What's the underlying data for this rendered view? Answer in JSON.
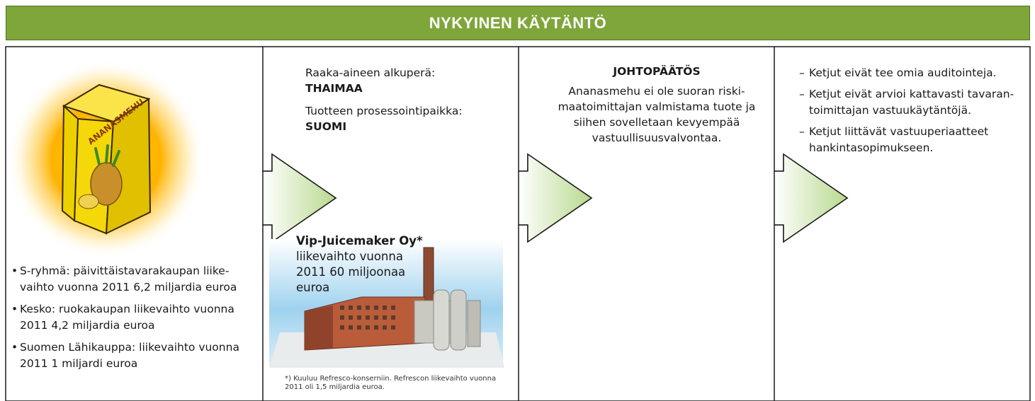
{
  "header": {
    "title": "NYKYINEN KÄYTÄNTÖ"
  },
  "column1": {
    "package_label": "ANANASMEHU",
    "bullets": [
      "S-ryhmä: päivittäistavarakaupan liike-vaihto vuonna 2011 6,2 miljardia euroa",
      "Kesko: ruokakaupan liikevaihto vuonna 2011 4,2 miljardia euroa",
      "Suomen Lähikauppa: liikevaihto vuonna 2011 1 miljardi euroa"
    ]
  },
  "column2": {
    "origin_label": "Raaka-aineen alkuperä:",
    "origin_value": "THAIMAA",
    "processing_label": "Tuotteen prosessointipaikka:",
    "processing_value": "SUOMI",
    "company_name": "Vip-Juicemaker Oy*",
    "company_text": "liikevaihto vuonna 2011 60 miljoonaa euroa",
    "footnote": "*) Kuuluu Refresco-konserniin. Refrescon liikevaihto vuonna 2011 oli 1,5 miljardia euroa."
  },
  "column3": {
    "title": "JOHTOPÄÄTÖS",
    "text": "Ananasmehu ei ole suoran riski-maatoimittajan valmistama tuote ja siihen sovelletaan kevyempää vastuullisuusvalvontaa."
  },
  "column4": {
    "items": [
      "Ketjut eivät tee omia auditointeja.",
      "Ketjut eivät arvioi kattavasti tavaran-toimittajan vastuukäytäntöjä.",
      "Ketjut liittävät vastuuperiaatteet hankintasopimukseen."
    ]
  },
  "colors": {
    "header_green": "#7ea63a",
    "arrow_green": "#b8d98e",
    "package_yellow": "#f5d80a"
  }
}
